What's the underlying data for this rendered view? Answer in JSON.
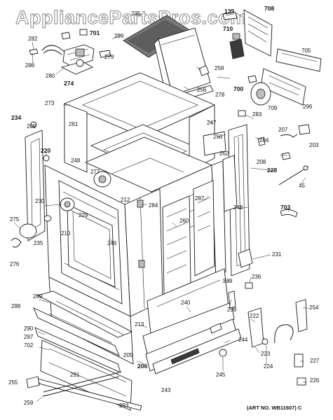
{
  "watermark": "AppliancePartsPros.com",
  "art_number": "(ART NO. WB11607) C",
  "labels": {
    "p139": "139",
    "p708": "708",
    "p235": "235",
    "p710": "710",
    "p705": "705",
    "p282": "282",
    "p701": "701",
    "p299": "299",
    "p279": "279",
    "p286": "286",
    "p280": "280",
    "p274": "274",
    "p258": "258",
    "p700": "700",
    "p256": "256",
    "p278": "278",
    "p296": "296",
    "p273": "273",
    "p709": "709",
    "p234": "234",
    "p209": "209",
    "p283": "283",
    "p261": "261",
    "p247": "247",
    "p250": "250",
    "p207": "207",
    "p204": "204",
    "p203": "203",
    "p220": "220",
    "p248a": "248",
    "p262": "262",
    "p208": "208",
    "p228": "228",
    "p277": "277",
    "p45": "45",
    "p212": "212",
    "p284": "284",
    "p287": "287",
    "p230": "230",
    "p229": "229",
    "p248b": "248",
    "p703": "703",
    "p275": "275",
    "p260": "260",
    "p210": "210",
    "p246": "246",
    "p235b": "235",
    "p276": "276",
    "p231": "231",
    "p239": "239",
    "p236": "236",
    "p289": "289",
    "p240": "240",
    "p298": "298",
    "p288": "288",
    "p222": "222",
    "p254": "254",
    "p290": "290",
    "p213": "213",
    "p297": "297",
    "p244": "244",
    "p702": "702",
    "p223": "223",
    "p205": "205",
    "p206": "206",
    "p224": "224",
    "p227": "227",
    "p291": "291",
    "p245": "245",
    "p255": "255",
    "p243": "243",
    "p226": "226",
    "p259": "259",
    "p293": "293"
  }
}
